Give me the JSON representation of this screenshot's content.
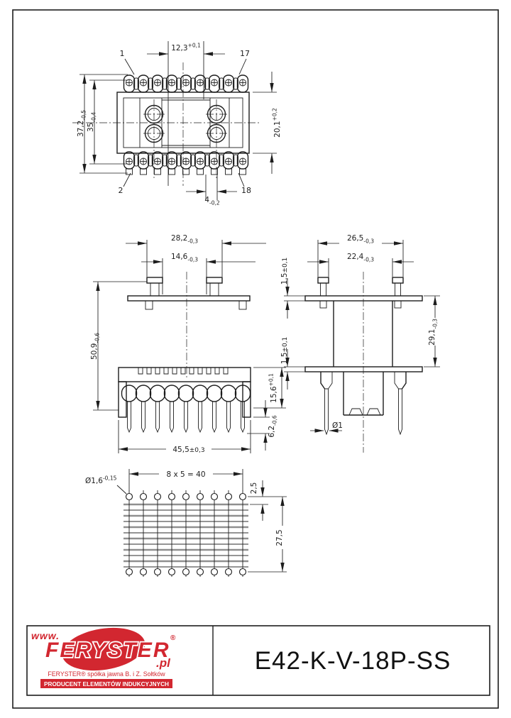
{
  "page": {
    "ink": "#1d1d1d",
    "paper": "#ffffff"
  },
  "drawing": {
    "top_view": {
      "pins": {
        "first_top": "1",
        "last_top": "17",
        "first_bottom": "2",
        "last_bottom": "18"
      },
      "dims": {
        "pin_pitch": {
          "value": "12,3",
          "tol": "+0,1"
        },
        "overall_width": {
          "value": "37,2",
          "tol": "-0,5"
        },
        "body_width": {
          "value": "35",
          "tol": "-0,4"
        },
        "window_width": {
          "value": "20,1",
          "tol": "+0,2"
        },
        "pin_offset": {
          "value": "4",
          "tol": "-0,2"
        }
      }
    },
    "front_view": {
      "dims": {
        "flange_width": {
          "value": "28,2",
          "tol": "-0,3"
        },
        "clip_spacing": {
          "value": "14,6",
          "tol": "-0,3"
        },
        "overall_height": {
          "value": "50,9",
          "tol": "-0,6"
        },
        "base_width": {
          "value": "45,5",
          "tol": "±0,3"
        },
        "base_height": {
          "value": "15,6",
          "tol": "+0,1"
        },
        "pin_length": {
          "value": "6,2",
          "tol": "-0,6"
        }
      }
    },
    "side_view": {
      "dims": {
        "flange_outer_width": {
          "value": "26,5",
          "tol": "-0,3"
        },
        "flange_inner_width": {
          "value": "22,4",
          "tol": "-0,3"
        },
        "flange_thickness_top": {
          "value": "1,5",
          "tol": "±0,1"
        },
        "flange_thickness_bottom": {
          "value": "1,5",
          "tol": "±0,1"
        },
        "window_height": {
          "value": "29,1",
          "tol": "-0,3"
        },
        "pin_diameter": {
          "value": "Ø1",
          "tol": ""
        }
      }
    },
    "footprint_view": {
      "dims": {
        "hole_diameter": {
          "value": "Ø1,6",
          "tol": "-0,15"
        },
        "pin_grid": {
          "value": "8 x 5 = 40",
          "tol": ""
        },
        "row_inset": {
          "value": "2,5",
          "tol": ""
        },
        "row_spacing": {
          "value": "27,5",
          "tol": ""
        }
      }
    }
  },
  "title_block": {
    "part_number": "E42-K-V-18P-SS",
    "logo": {
      "www": "www.",
      "brand": "FERYSTER",
      "registered": "®",
      "tld": ".pl",
      "company_line": "FERYSTER® spółka jawna B. i Z. Sołtków",
      "banner": "PRODUCENT ELEMENTÓW INDUKCYJNYCH",
      "brand_color": "#d22730"
    }
  }
}
